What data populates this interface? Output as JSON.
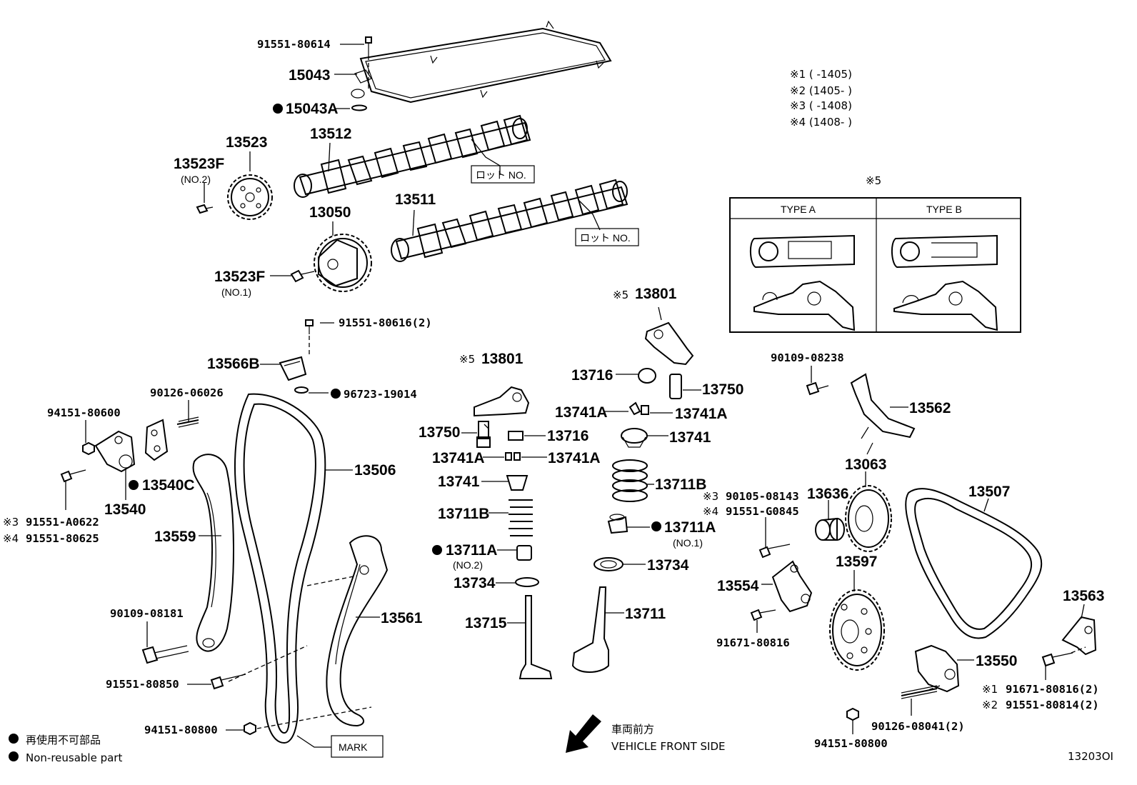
{
  "parts": {
    "p91551_80614": "91551-80614",
    "p15043": "15043",
    "p15043A": "15043A",
    "p13523": "13523",
    "p13523F_a": "13523F",
    "no2": "(NO.2)",
    "p13512": "13512",
    "lot_no_1": "ロット NO.",
    "p13511": "13511",
    "lot_no_2": "ロット NO.",
    "p13050": "13050",
    "p13523F_b": "13523F",
    "no1": "(NO.1)",
    "p91551_80616": "91551-80616(2)",
    "p13566B": "13566B",
    "p96723_19014": "96723-19014",
    "p90126_06026": "90126-06026",
    "p94151_80600": "94151-80600",
    "p13540C": "13540C",
    "p13540": "13540",
    "p91551_A0622": "91551-A0622",
    "p91551_80625": "91551-80625",
    "p13559": "13559",
    "p13506": "13506",
    "p90109_08181": "90109-08181",
    "p91551_80850": "91551-80850",
    "p13561": "13561",
    "p94151_80800_a": "94151-80800",
    "mark": "MARK",
    "p13801_a": "13801",
    "p13801_b": "13801",
    "p13750_a": "13750",
    "p13716_a": "13716",
    "p13741A_a": "13741A",
    "p13741A_b": "13741A",
    "p13741_a": "13741",
    "p13711B_a": "13711B",
    "p13711A_a": "13711A",
    "no2_b": "(NO.2)",
    "p13734_a": "13734",
    "p13715": "13715",
    "p13716_b": "13716",
    "p13750_b": "13750",
    "p13741A_c": "13741A",
    "p13741A_d": "13741A",
    "p13741_b": "13741",
    "p13711B_b": "13711B",
    "p13711A_b": "13711A",
    "no1_b": "(NO.1)",
    "p13734_b": "13734",
    "p13711": "13711",
    "p90109_08238": "90109-08238",
    "p13562": "13562",
    "p13063": "13063",
    "p90105_08143": "90105-08143",
    "p91551_G0845": "91551-G0845",
    "p13636": "13636",
    "p13507": "13507",
    "p13554": "13554",
    "p13597": "13597",
    "p91671_80816": "91671-80816",
    "p13563": "13563",
    "p13550": "13550",
    "p91671_80816_2": "91671-80816(2)",
    "p91551_80814_2": "91551-80814(2)",
    "p90126_08041_2": "90126-08041(2)",
    "p94151_80800_b": "94151-80800"
  },
  "marks": {
    "m3": "※3",
    "m4": "※4",
    "m5": "※5",
    "m1": "※1",
    "m2": "※2"
  },
  "notes": {
    "n1": "※1 (      -1405)",
    "n2": "※2 (1405-      )",
    "n3": "※3 (      -1408)",
    "n4": "※4 (1408-      )"
  },
  "type_box": {
    "ref": "※5",
    "type_a": "TYPE A",
    "type_b": "TYPE B"
  },
  "legend": {
    "jp": "再使用不可部品",
    "en": "Non-reusable part"
  },
  "direction": {
    "jp": "車両前方",
    "en": "VEHICLE FRONT SIDE"
  },
  "figure_code": "13203OI"
}
